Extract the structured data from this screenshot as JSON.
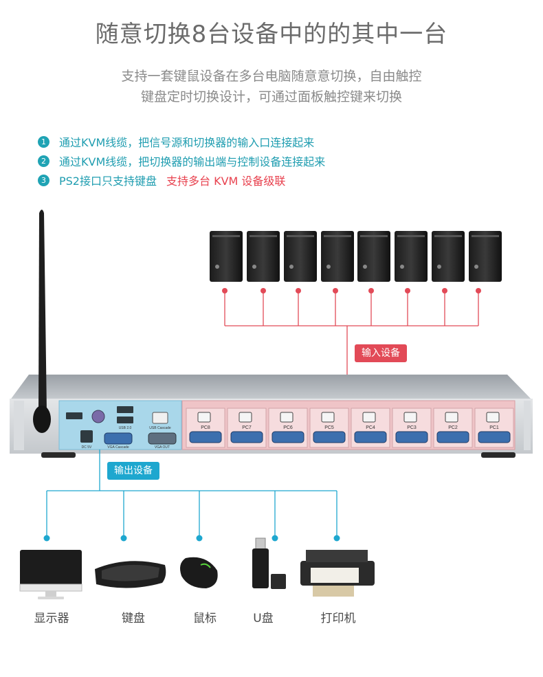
{
  "title": "随意切换8台设备中的的其中一台",
  "subtitle": {
    "line1": "支持一套键鼠设备在多台电脑随意意切换，自由触控",
    "line2": "键盘定时切换设计，可通过面板触控键来切换"
  },
  "features": [
    {
      "num": "1",
      "text": "通过KVM线缆，把信号源和切换器的输入口连接起来",
      "extra": ""
    },
    {
      "num": "2",
      "text": "通过KVM线缆，把切换器的输出端与控制设备连接起来",
      "extra": ""
    },
    {
      "num": "3",
      "text": "PS2接口只支持键盘",
      "extra": "支持多台 KVM 设备级联"
    }
  ],
  "tags": {
    "input": "输入设备",
    "output": "输出设备"
  },
  "ports": [
    "PC8",
    "PC7",
    "PC6",
    "PC5",
    "PC4",
    "PC3",
    "PC2",
    "PC1"
  ],
  "panel_labels": {
    "usb2": "USB 2.0",
    "usb_cascade": "USB  Cascade",
    "vga_cascade": "VGA   Cascade",
    "vga_out": "VGA  OUT",
    "dc": "DC 5V"
  },
  "devices": [
    {
      "label": "显示器",
      "icon": "monitor-icon"
    },
    {
      "label": "键盘",
      "icon": "keyboard-icon"
    },
    {
      "label": "鼠标",
      "icon": "mouse-icon"
    },
    {
      "label": "U盘",
      "icon": "usb-drive-icon"
    },
    {
      "label": "打印机",
      "icon": "printer-icon"
    }
  ],
  "colors": {
    "teal": "#1fa3b4",
    "red": "#e24a57",
    "blue": "#1ea7cf",
    "input_area": "#efc4c7",
    "output_area": "#a9d7ea"
  }
}
